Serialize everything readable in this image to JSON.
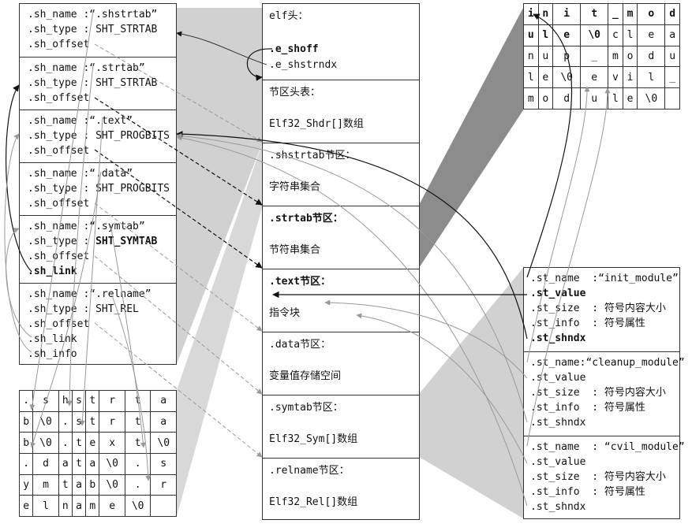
{
  "section_headers": [
    {
      "name": ".sh_name :“.shstrtab”",
      "type": ".sh_type : SHT_STRTAB",
      "offset": ".sh_offset"
    },
    {
      "name": ".sh_name :“.strtab”",
      "type": ".sh_type : SHT_STRTAB",
      "offset": ".sh_offset"
    },
    {
      "name": ".sh_name :“.text”",
      "type": ".sh_type : SHT_PROGBITS",
      "offset": ".sh_offset"
    },
    {
      "name": ".sh_name :“.data”",
      "type": ".sh_type : SHT_PROGBITS",
      "offset": ".sh_offset"
    },
    {
      "name": ".sh_name :“.symtab”",
      "type_prefix": ".sh_type : ",
      "type_value": "SHT_SYMTAB",
      "offset": ".sh_offset",
      "link": ".sh_link"
    },
    {
      "name": ".sh_name :“.relname”",
      "type": ".sh_type : SHT_REL",
      "offset": ".sh_offset",
      "link": ".sh_link",
      "info": ".sh_info"
    }
  ],
  "shstrtab_grid": [
    [
      ".",
      "s",
      "h",
      "s",
      "t",
      "r",
      "t",
      "a"
    ],
    [
      "b",
      "\\0",
      ".",
      "s",
      "t",
      "r",
      "t",
      "a"
    ],
    [
      "b",
      "\\0",
      ".",
      "t",
      "e",
      "x",
      "t",
      "\\0"
    ],
    [
      ".",
      "d",
      "a",
      "t",
      "a",
      "\\0",
      ".",
      "s"
    ],
    [
      "y",
      "m",
      "t",
      "a",
      "b",
      "\\0",
      ".",
      "r"
    ],
    [
      "e",
      "l",
      "n",
      "a",
      "m",
      "e",
      "\\0",
      ""
    ]
  ],
  "elf_file": {
    "header": {
      "title": "elf头：",
      "shoff": ".e_shoff",
      "shstrndx": ".e_shstrndx"
    },
    "sections": [
      {
        "title": "节区头表：",
        "body": "Elf32_Shdr[]数组",
        "bold": false
      },
      {
        "title": ".shstrtab节区：",
        "body": "字符串集合",
        "bold": false
      },
      {
        "title": ".strtab节区：",
        "body": "节符串集合",
        "bold": true
      },
      {
        "title": ".text节区：",
        "body": "指令块",
        "bold": true
      },
      {
        "title": ".data节区：",
        "body": "变量值存储空间",
        "bold": false
      },
      {
        "title": ".symtab节区：",
        "body": "Elf32_Sym[]数组",
        "bold": false
      },
      {
        "title": ".relname节区：",
        "body": "Elf32_Rel[]数组",
        "bold": false
      }
    ]
  },
  "strtab_grid": [
    [
      "i",
      "n",
      "i",
      "t",
      "_",
      "m",
      "o",
      "d"
    ],
    [
      "u",
      "l",
      "e",
      "\\0",
      "c",
      "l",
      "e",
      "a"
    ],
    [
      "n",
      "u",
      "p",
      "_",
      "m",
      "o",
      "d",
      "u"
    ],
    [
      "l",
      "e",
      "\\0",
      "e",
      "v",
      "i",
      "l",
      "_"
    ],
    [
      "m",
      "o",
      "d",
      "u",
      "l",
      "e",
      "\\0",
      ""
    ]
  ],
  "symbols": [
    {
      "name": ".st_name  :“init_module”",
      "value": ".st_value",
      "size": ".st_size  : 符号内容大小",
      "info": ".st_info  : 符号属性",
      "shndx": ".st_shndx",
      "bold": true
    },
    {
      "name": ".st_name:“cleanup_module”",
      "value": ".st_value",
      "size": ".st_size  : 符号内容大小",
      "info": ".st_info  : 符号属性",
      "shndx": ".st_shndx",
      "bold": false
    },
    {
      "name": ".st_name  : “cvil_module”",
      "value": ".st_value",
      "size": ".st_size  : 符号内容大小",
      "info": ".st_info  : 符号属性",
      "shndx": ".st_shndx",
      "bold": false
    }
  ],
  "colors": {
    "line": "#333333",
    "light": "#999999",
    "band": "#cccccc",
    "band_dark": "#8c8c8c"
  }
}
